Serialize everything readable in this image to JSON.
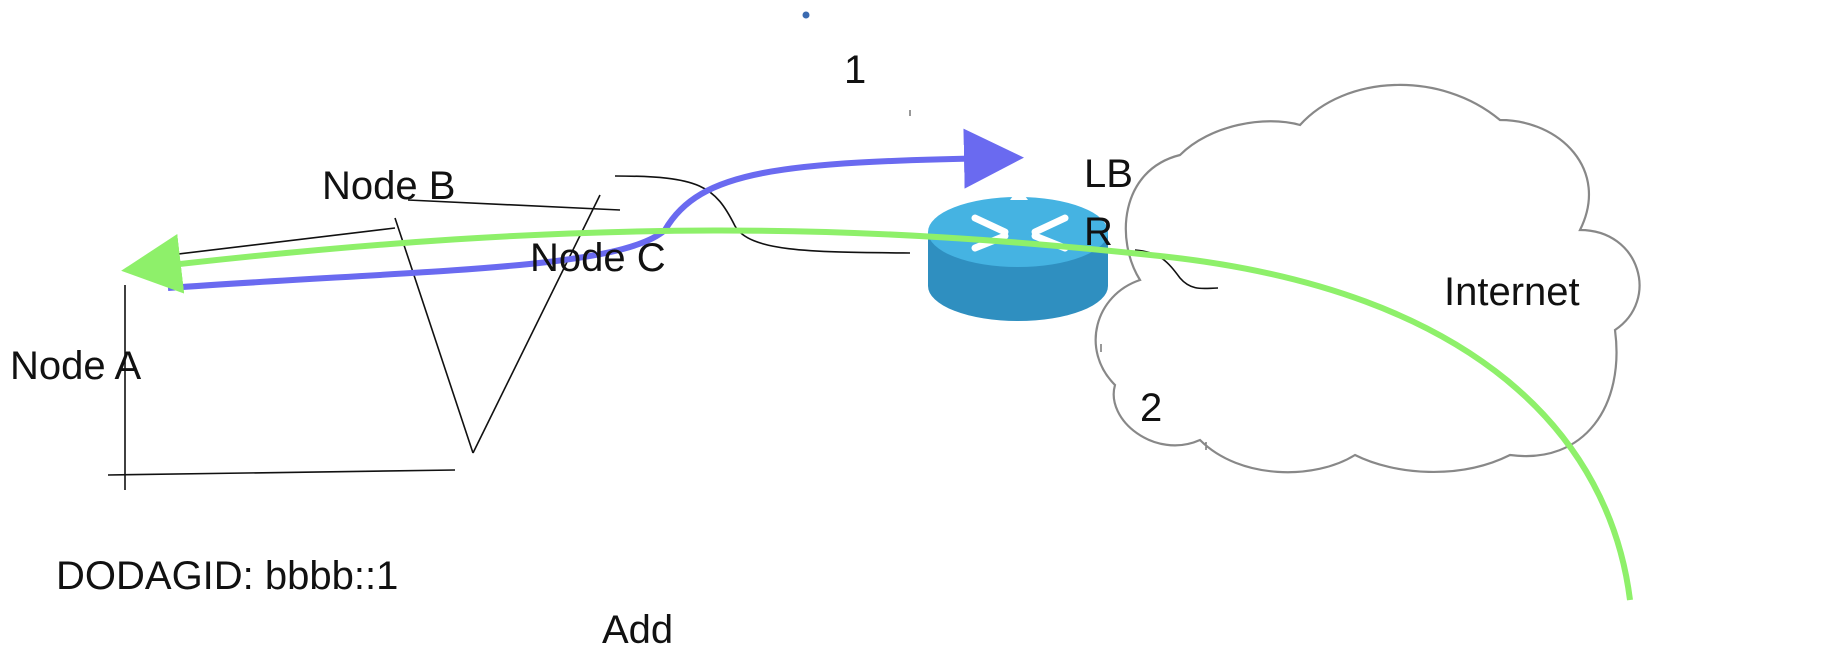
{
  "labels": {
    "node_a": "Node A",
    "node_b": "Node B",
    "node_c": "Node C",
    "lbr_line1": "LB",
    "lbr_line2": "R",
    "internet": "Internet",
    "path_1": "1",
    "path_2": "2",
    "dodagid": "DODAGID: bbbb::1",
    "cut_text": "Add"
  },
  "colors": {
    "path_1_arrow": "#6a6af0",
    "path_2_arrow": "#8ef06a",
    "router_top": "#3aa6d8",
    "router_body": "#2f8fc0",
    "line": "#111111",
    "cloud": "#888888"
  },
  "icons": {
    "router": "router-icon",
    "cloud": "cloud-icon"
  }
}
